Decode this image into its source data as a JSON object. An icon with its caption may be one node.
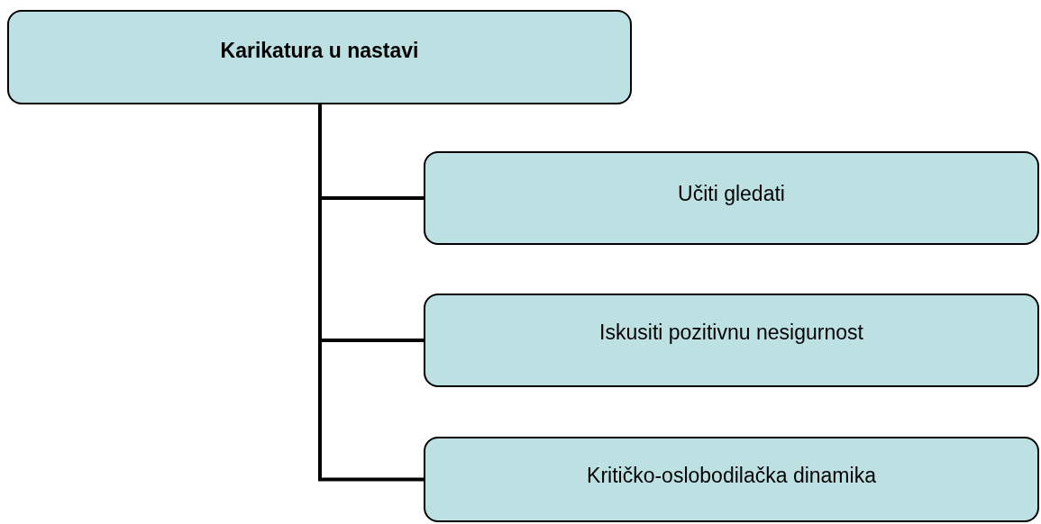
{
  "diagram": {
    "nodes": [
      {
        "text": [
          "Karikatura u nastavi"
        ]
      },
      {
        "text": [
          "Učiti gledati"
        ]
      },
      {
        "text": [
          "Iskusiti pozitivnu nesigurnost"
        ]
      },
      {
        "text": [
          "Kritičko-oslobodilačka dinamika"
        ]
      }
    ],
    "edges": [
      {
        "from": 0,
        "to": 1,
        "arrow": "none"
      },
      {
        "from": 0,
        "to": 2,
        "arrow": "none"
      },
      {
        "from": 0,
        "to": 3,
        "arrow": "none"
      }
    ]
  }
}
